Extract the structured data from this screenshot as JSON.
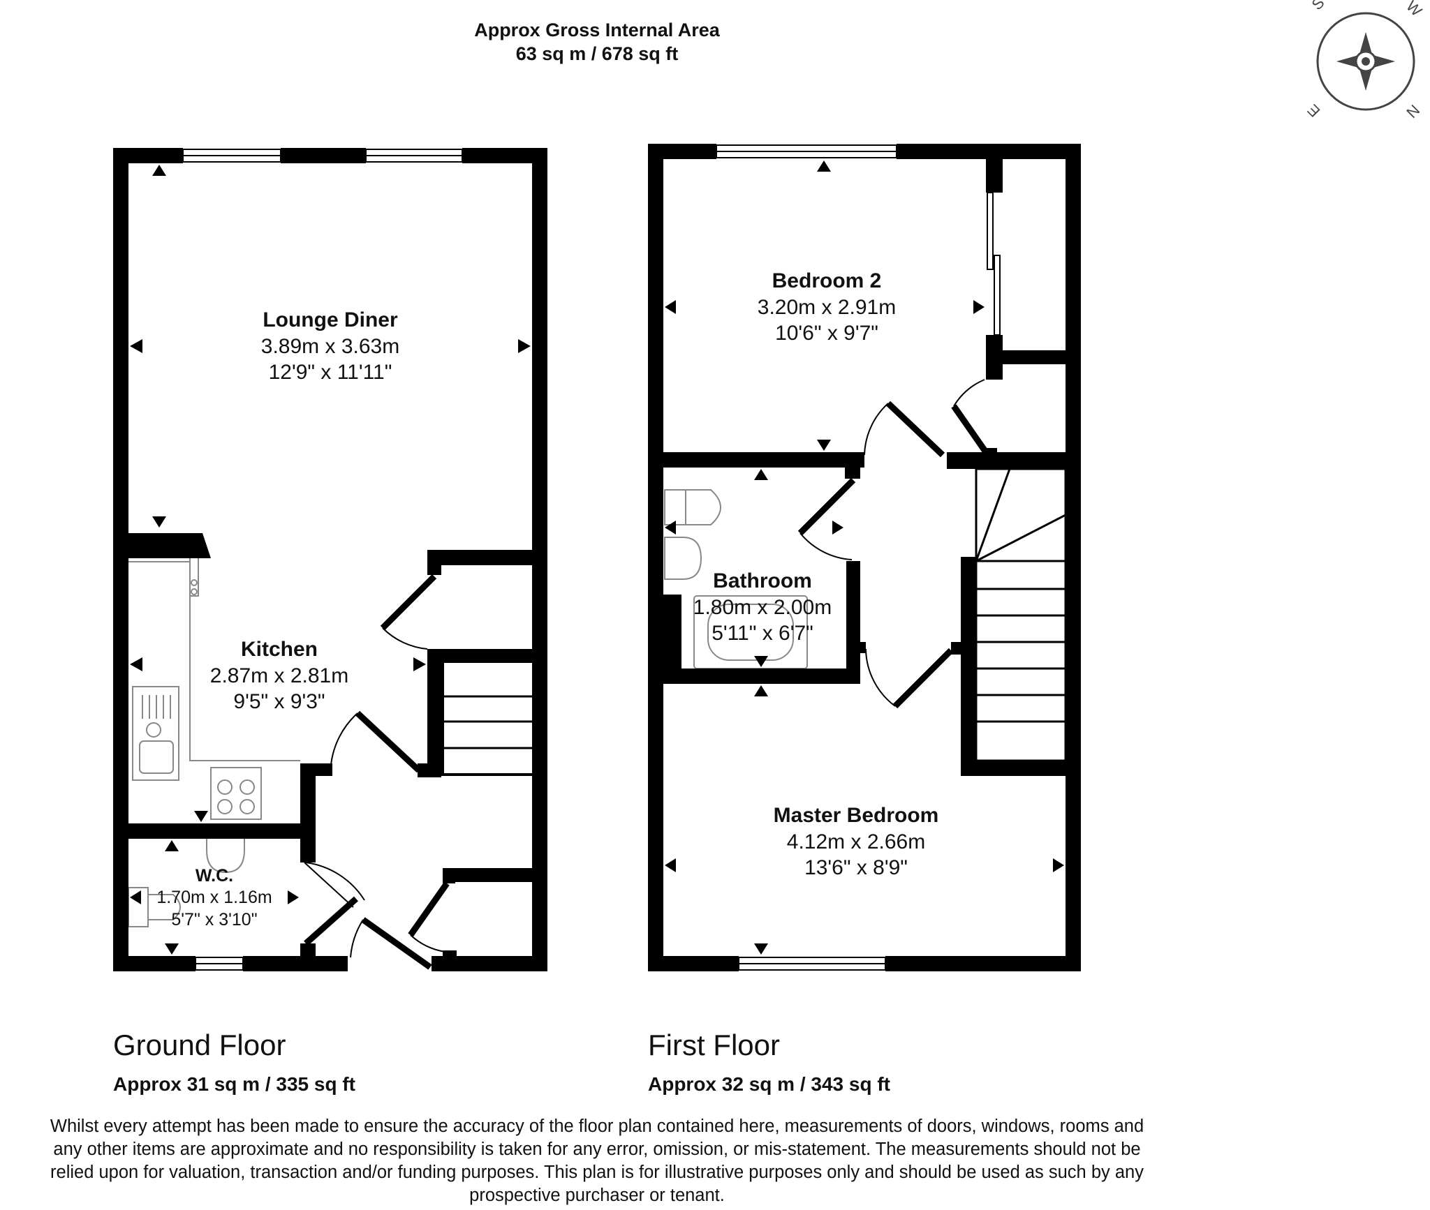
{
  "header": {
    "line1": "Approx Gross Internal Area",
    "line2": "63 sq m / 678 sq ft"
  },
  "compass": {
    "letters": [
      "S",
      "W",
      "N",
      "E"
    ]
  },
  "floors": [
    {
      "title": "Ground Floor",
      "area": "Approx 31 sq m / 335 sq ft",
      "rooms": [
        {
          "name": "Lounge Diner",
          "metric": "3.89m x 3.63m",
          "imperial": "12'9\" x 11'11\""
        },
        {
          "name": "Kitchen",
          "metric": "2.87m x 2.81m",
          "imperial": "9'5\" x 9'3\""
        },
        {
          "name": "W.C.",
          "metric": "1.70m x 1.16m",
          "imperial": "5'7\" x 3'10\""
        }
      ]
    },
    {
      "title": "First Floor",
      "area": "Approx 32 sq m / 343 sq ft",
      "rooms": [
        {
          "name": "Bedroom 2",
          "metric": "3.20m x 2.91m",
          "imperial": "10'6\" x 9'7\""
        },
        {
          "name": "Bathroom",
          "metric": "1.80m x 2.00m",
          "imperial": "5'11\" x 6'7\""
        },
        {
          "name": "Master Bedroom",
          "metric": "4.12m x 2.66m",
          "imperial": "13'6\" x 8'9\""
        }
      ]
    }
  ],
  "disclaimer": [
    "Whilst every attempt has been made to ensure the accuracy of the floor plan contained here, measurements of doors, windows, rooms and",
    "any other items are approximate and no responsibility is taken for any error, omission, or mis-statement. The measurements should not be",
    "relied upon for valuation, transaction and/or funding purposes. This plan is for illustrative purposes only and should be used as such by any",
    "prospective purchaser or tenant."
  ],
  "colors": {
    "wall": "#000000",
    "fixture": "#888888",
    "background": "#ffffff"
  }
}
